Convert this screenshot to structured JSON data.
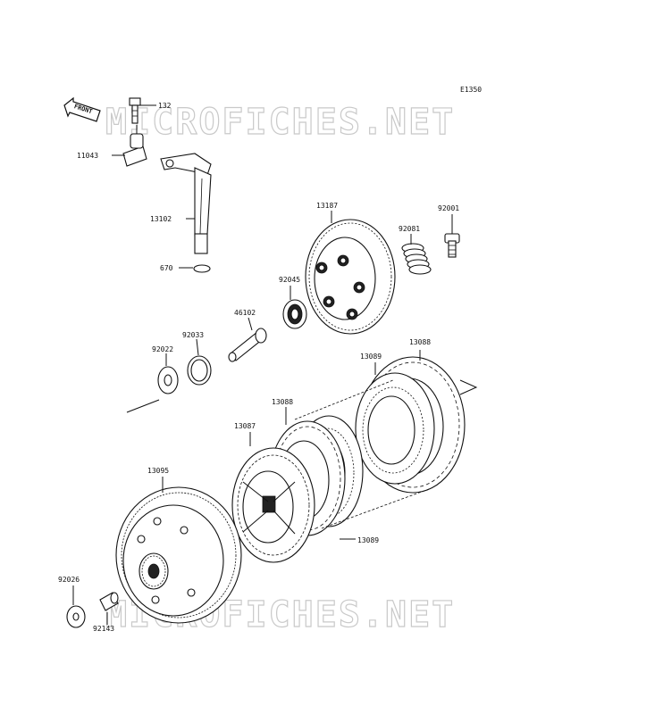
{
  "diagram": {
    "code": "E1350",
    "front_label": "FRONT",
    "watermark_top": "MICROFICHES.NET",
    "watermark_bottom": "MICROFICHES.NET",
    "parts": [
      {
        "id": "p132",
        "label": "132"
      },
      {
        "id": "p11043",
        "label": "11043"
      },
      {
        "id": "p13102",
        "label": "13102"
      },
      {
        "id": "p670",
        "label": "670"
      },
      {
        "id": "p13187",
        "label": "13187"
      },
      {
        "id": "p92001",
        "label": "92001"
      },
      {
        "id": "p92081",
        "label": "92081"
      },
      {
        "id": "p92045",
        "label": "92045"
      },
      {
        "id": "p46102",
        "label": "46102"
      },
      {
        "id": "p92033",
        "label": "92033"
      },
      {
        "id": "p92022",
        "label": "92022"
      },
      {
        "id": "p13089a",
        "label": "13089"
      },
      {
        "id": "p13088a",
        "label": "13088"
      },
      {
        "id": "p13088b",
        "label": "13088"
      },
      {
        "id": "p13087",
        "label": "13087"
      },
      {
        "id": "p13095",
        "label": "13095"
      },
      {
        "id": "p13089b",
        "label": "13089"
      },
      {
        "id": "p92026",
        "label": "92026"
      },
      {
        "id": "p92143",
        "label": "92143"
      }
    ]
  }
}
